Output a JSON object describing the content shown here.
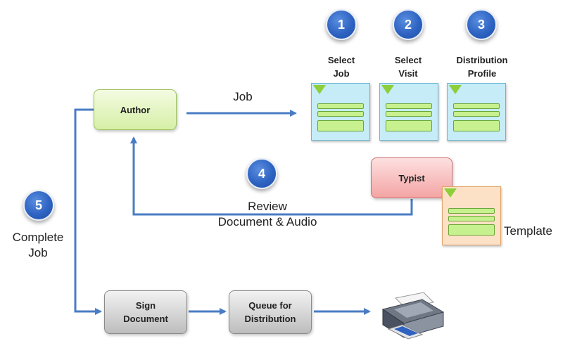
{
  "steps": [
    {
      "number": "1",
      "label_lines": [
        "Select",
        "Job"
      ]
    },
    {
      "number": "2",
      "label_lines": [
        "Select",
        "Visit"
      ]
    },
    {
      "number": "3",
      "label_lines": [
        "Distribution",
        "Profile"
      ]
    },
    {
      "number": "4",
      "label_lines": [
        "Review",
        "Document & Audio"
      ]
    },
    {
      "number": "5",
      "label_lines": [
        "Complete",
        "Job"
      ]
    }
  ],
  "nodes": {
    "author": "Author",
    "typist": "Typist",
    "sign_line1": "Sign",
    "sign_line2": "Document",
    "queue_line1": "Queue for",
    "queue_line2": "Distribution"
  },
  "edge_labels": {
    "job": "Job",
    "template": "Template"
  },
  "colors": {
    "arrow": "#4a7cc4",
    "step_circle": "#2e63c2",
    "author_fill": "#d6efa6",
    "typist_fill": "#f4a4a4",
    "process_fill": "#bdbdbd",
    "doc_blue": "#c6ecf8",
    "doc_orange": "#fde1c6",
    "doc_bar": "#c7f08e"
  },
  "icons": [
    "printer-icon",
    "document-icon"
  ]
}
